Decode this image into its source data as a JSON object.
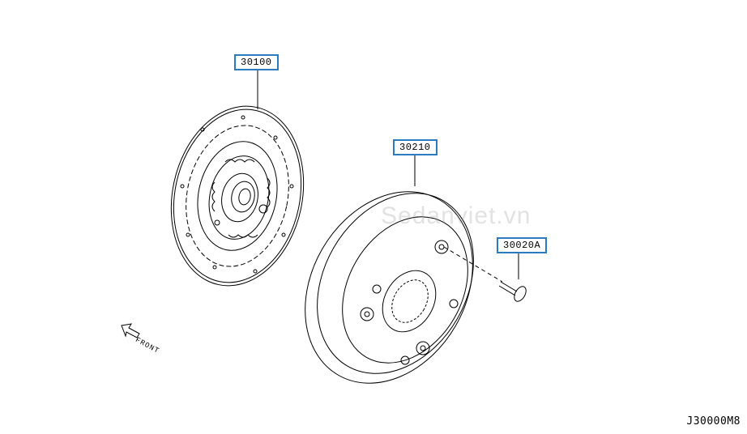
{
  "callouts": {
    "clutch_disc": "30100",
    "clutch_cover": "30210",
    "bolt": "30020A"
  },
  "front_label": "FRONT",
  "diagram_code": "J30000M8",
  "watermark": "Sedanviet.vn"
}
